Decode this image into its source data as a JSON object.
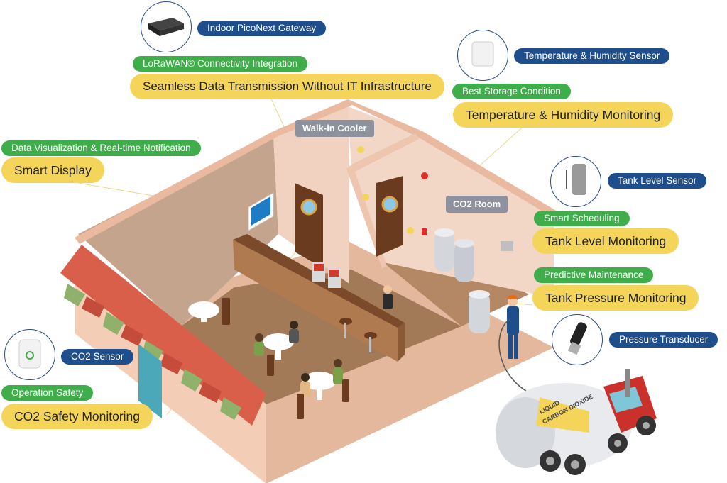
{
  "gateway": {
    "label": "Indoor PicoNext Gateway",
    "feature": "LoRaWAN® Connectivity Integration",
    "benefit": "Seamless Data Transmission Without IT Infrastructure"
  },
  "temp_sensor": {
    "label": "Temperature & Humidity Sensor",
    "feature": "Best Storage Condition",
    "benefit": "Temperature & Humidity Monitoring"
  },
  "display": {
    "feature": "Data Visualization & Real-time Notification",
    "benefit": "Smart Display"
  },
  "tank_level": {
    "label": "Tank Level Sensor",
    "feature": "Smart Scheduling",
    "benefit": "Tank Level Monitoring"
  },
  "tank_pressure": {
    "feature": "Predictive Maintenance",
    "benefit": "Tank Pressure Monitoring"
  },
  "transducer": {
    "label": "Pressure Transducer"
  },
  "co2_sensor": {
    "label": "CO2 Sensor",
    "feature": "Operation Safety",
    "benefit": "CO2 Safety Monitoring"
  },
  "rooms": {
    "cooler": "Walk-in Cooler",
    "co2_room": "CO2 Room"
  },
  "truck": {
    "tank_text_1": "LIQUID",
    "tank_text_2": "CARBON DIOXIDE"
  },
  "colors": {
    "navy": "#1f4e8c",
    "green": "#3fae4a",
    "yellow": "#f4d55a",
    "wall": "#f6dccb",
    "floor": "#a37a58"
  }
}
